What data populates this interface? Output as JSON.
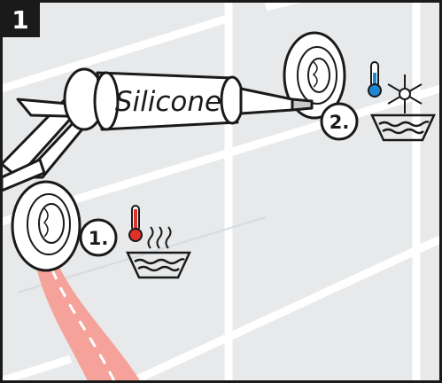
{
  "step_badge": "1",
  "cartridge_label": "Silicone",
  "steps": [
    {
      "number": "1.",
      "icon": "thermometer-hot-icon",
      "symbol": "warm-water-steam-icon",
      "color": "#e0302a"
    },
    {
      "number": "2.",
      "icon": "thermometer-cold-icon",
      "symbol": "cold-water-snowflake-icon",
      "color": "#1f86d1"
    }
  ],
  "colors": {
    "tile": "#e7e9eb",
    "grout": "#ffffff",
    "hose": "#f5a39a",
    "border": "#1a1a1a",
    "badge": "#1a1a1a"
  }
}
